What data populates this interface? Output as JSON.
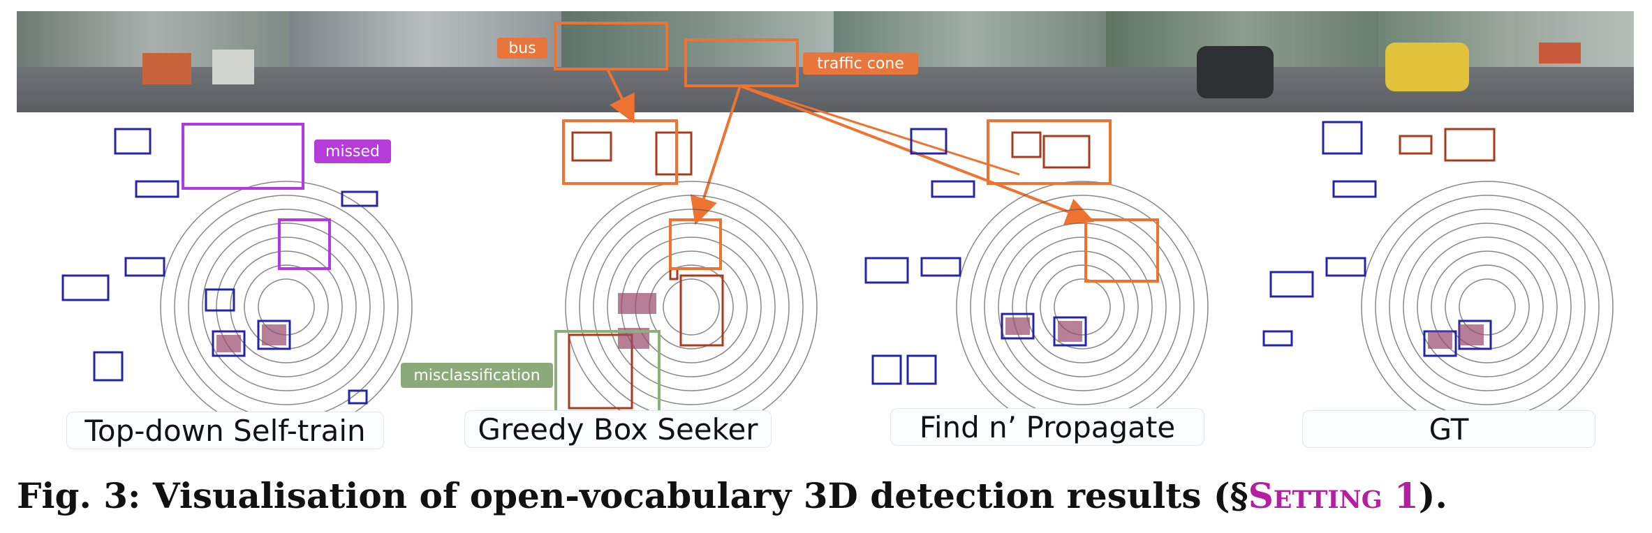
{
  "panels": [
    {
      "label": "Top-down Self-train"
    },
    {
      "label": "Greedy Box Seeker"
    },
    {
      "label": "Find n’ Propagate"
    },
    {
      "label": "GT"
    }
  ],
  "annotations": {
    "bus": "bus",
    "traffic_cone": "traffic cone",
    "missed": "missed",
    "misclassification": "misclassification"
  },
  "caption": {
    "prefix": "Fig. 3: Visualisation of open-vocabulary 3D detection results (§ ",
    "setting": "Setting 1",
    "suffix": ")."
  },
  "colors": {
    "detected_box": "#2424a8",
    "novel_box": "#a83a1e",
    "missed": "#b03adf",
    "highlight": "#ee7330",
    "misclassification": "#8db07b",
    "caption_accent": "#b31fa0"
  }
}
